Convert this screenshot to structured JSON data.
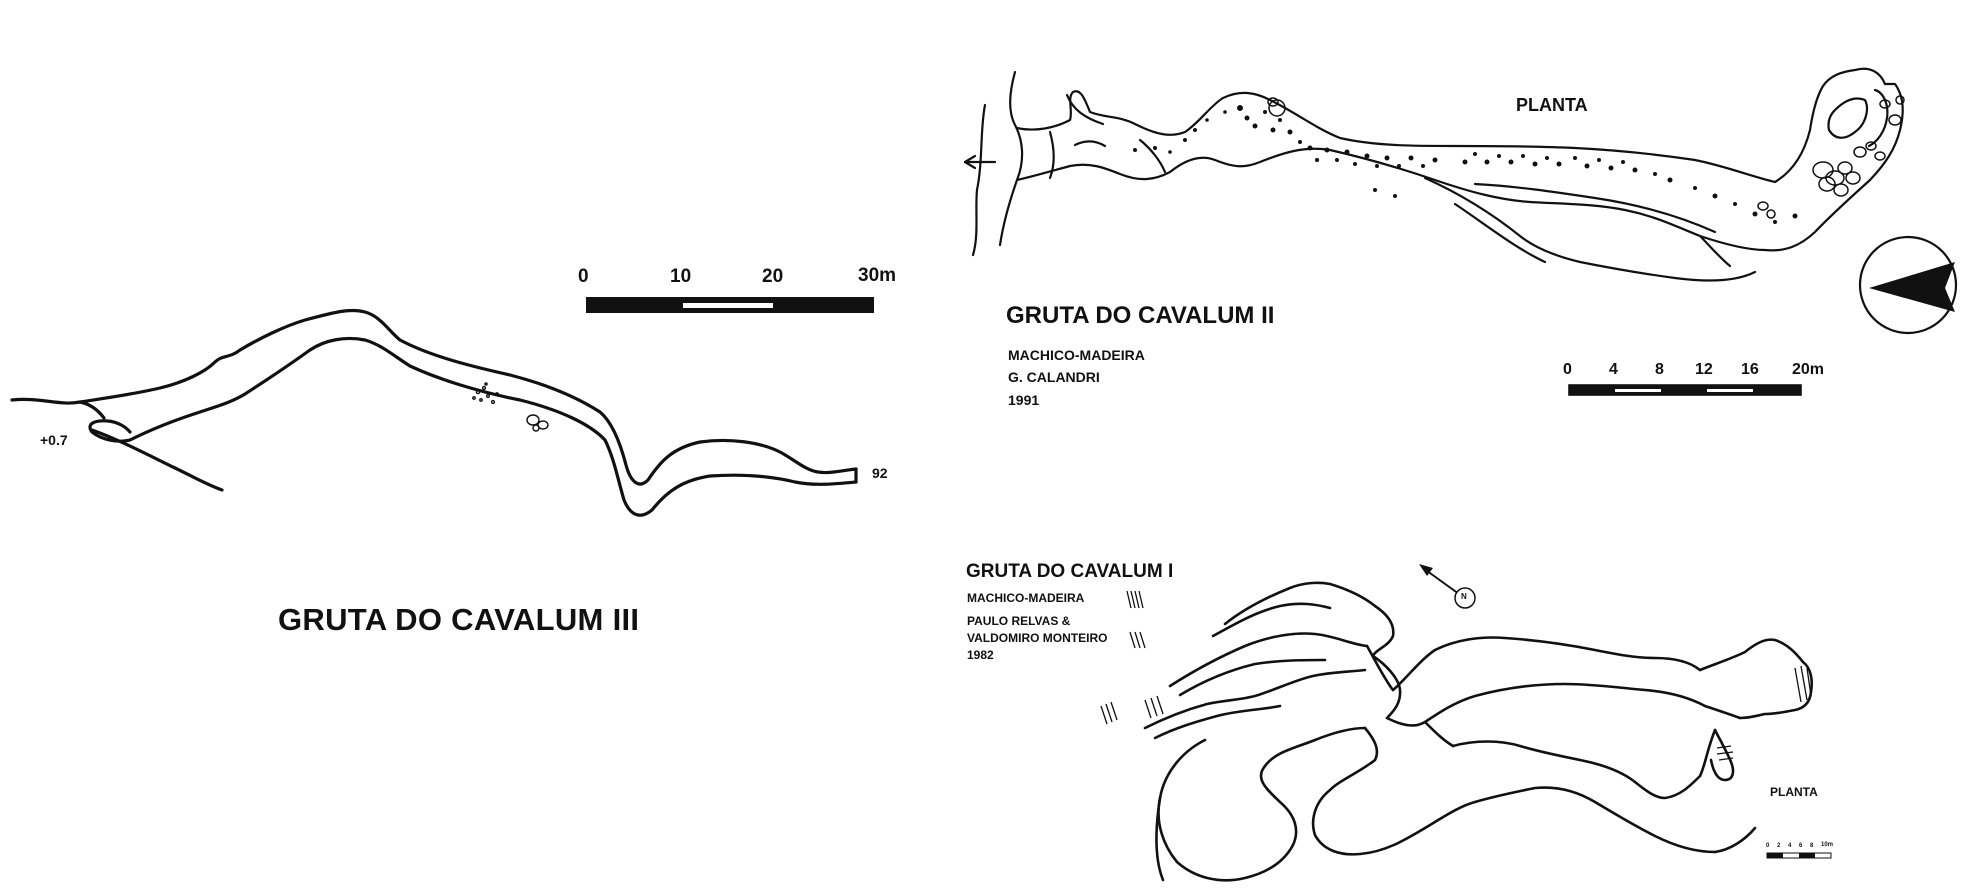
{
  "map_III": {
    "title": "GRUTA DO CAVALUM III",
    "entrance_label": "+0.7",
    "end_label": "92",
    "scale_labels": [
      "0",
      "10",
      "20",
      "30m"
    ]
  },
  "map_II": {
    "view_label": "PLANTA",
    "title": "GRUTA DO CAVALUM II",
    "location": "MACHICO-MADEIRA",
    "author": "G. CALANDRI",
    "year": "1991",
    "scale_labels": [
      "0",
      "4",
      "8",
      "12",
      "16",
      "20m"
    ]
  },
  "map_I": {
    "title": "GRUTA DO CAVALUM I",
    "location": "MACHICO-MADEIRA",
    "author_line1": "PAULO RELVAS &",
    "author_line2": "VALDOMIRO MONTEIRO",
    "year": "1982",
    "north_label": "N",
    "view_label": "PLANTA",
    "scale_labels": [
      "0",
      "2",
      "4",
      "6",
      "8",
      "10m"
    ]
  },
  "icons": [
    "north-arrow-icon",
    "compass-icon"
  ],
  "colors": {
    "ink": "#111111",
    "paper": "#ffffff"
  }
}
